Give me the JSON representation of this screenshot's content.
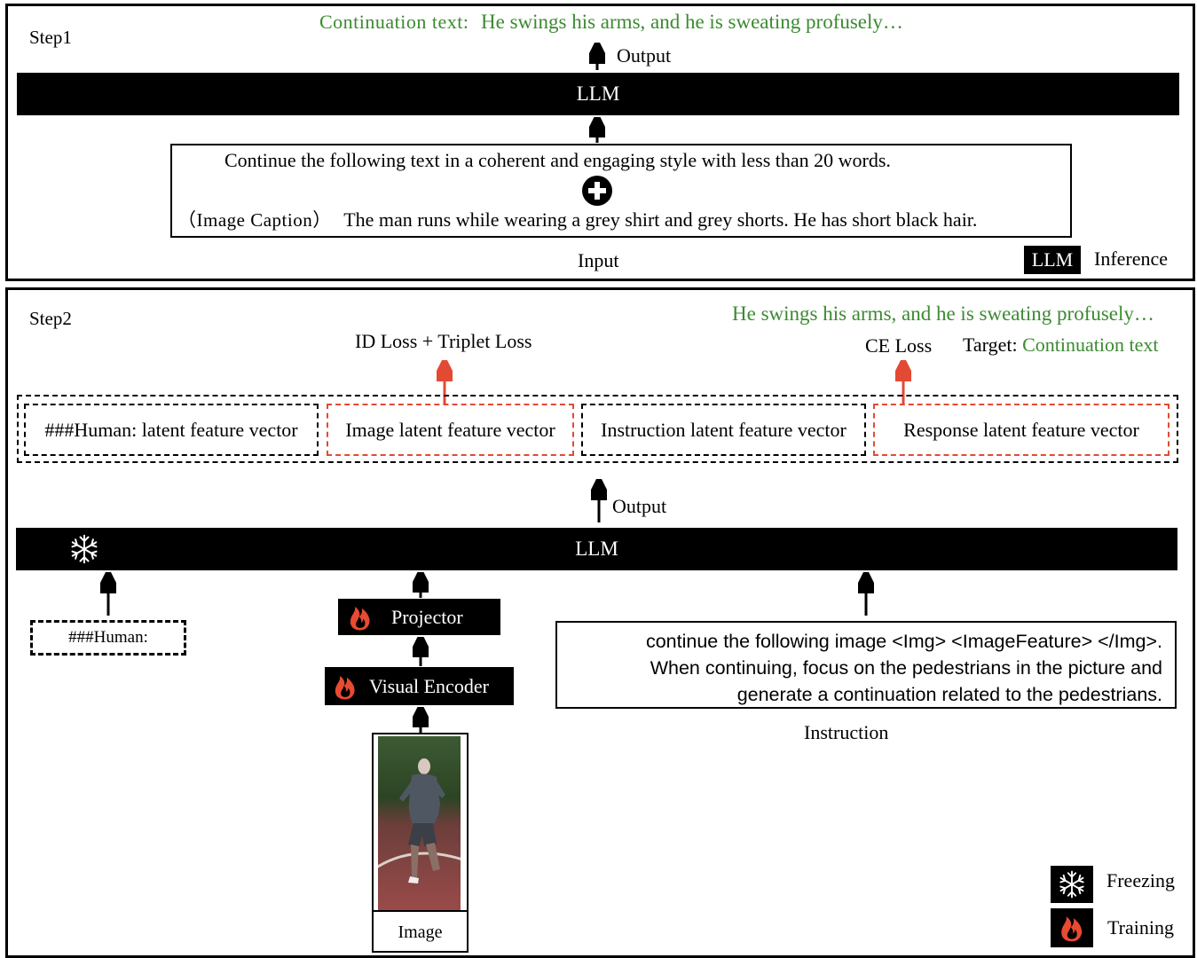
{
  "step1": {
    "label": "Step1",
    "continuation_prefix": "Continuation text:",
    "continuation_text": "He swings his arms, and he is sweating profusely…",
    "output_label": "Output",
    "llm_label": "LLM",
    "prompt_text": "Continue the following text in a coherent and engaging style with less than 20 words.",
    "caption_tag": "（Image Caption）",
    "caption_text": "The man runs while wearing a grey shirt and grey shorts. He has short black hair.",
    "input_label": "Input",
    "legend_llm": "LLM",
    "legend_inference": "Inference"
  },
  "step2": {
    "label": "Step2",
    "target_text": "He swings his arms, and he is sweating profusely…",
    "id_loss": "ID Loss + Triplet Loss",
    "ce_loss": "CE Loss",
    "target_prefix": "Target:",
    "target_value": "Continuation text",
    "tokens": [
      "###Human: latent feature vector",
      "Image latent feature vector",
      "Instruction latent feature vector",
      "Response latent feature vector"
    ],
    "output_label": "Output",
    "llm_label": "LLM",
    "human_token": "###Human:",
    "projector": "Projector",
    "visual_encoder": "Visual Encoder",
    "image_label": "Image",
    "instruction_lines": [
      "continue the following image <Img> <ImageFeature> </Img>.",
      "When continuing, focus on the pedestrians in the picture and",
      "generate a continuation related to the pedestrians."
    ],
    "instruction_label": "Instruction",
    "legend_freezing": "Freezing",
    "legend_training": "Training"
  },
  "colors": {
    "green": "#3b8a30",
    "red": "#e34a33",
    "black": "#000000"
  },
  "icons": [
    "snowflake-icon",
    "flame-icon",
    "plus-circle-icon"
  ]
}
